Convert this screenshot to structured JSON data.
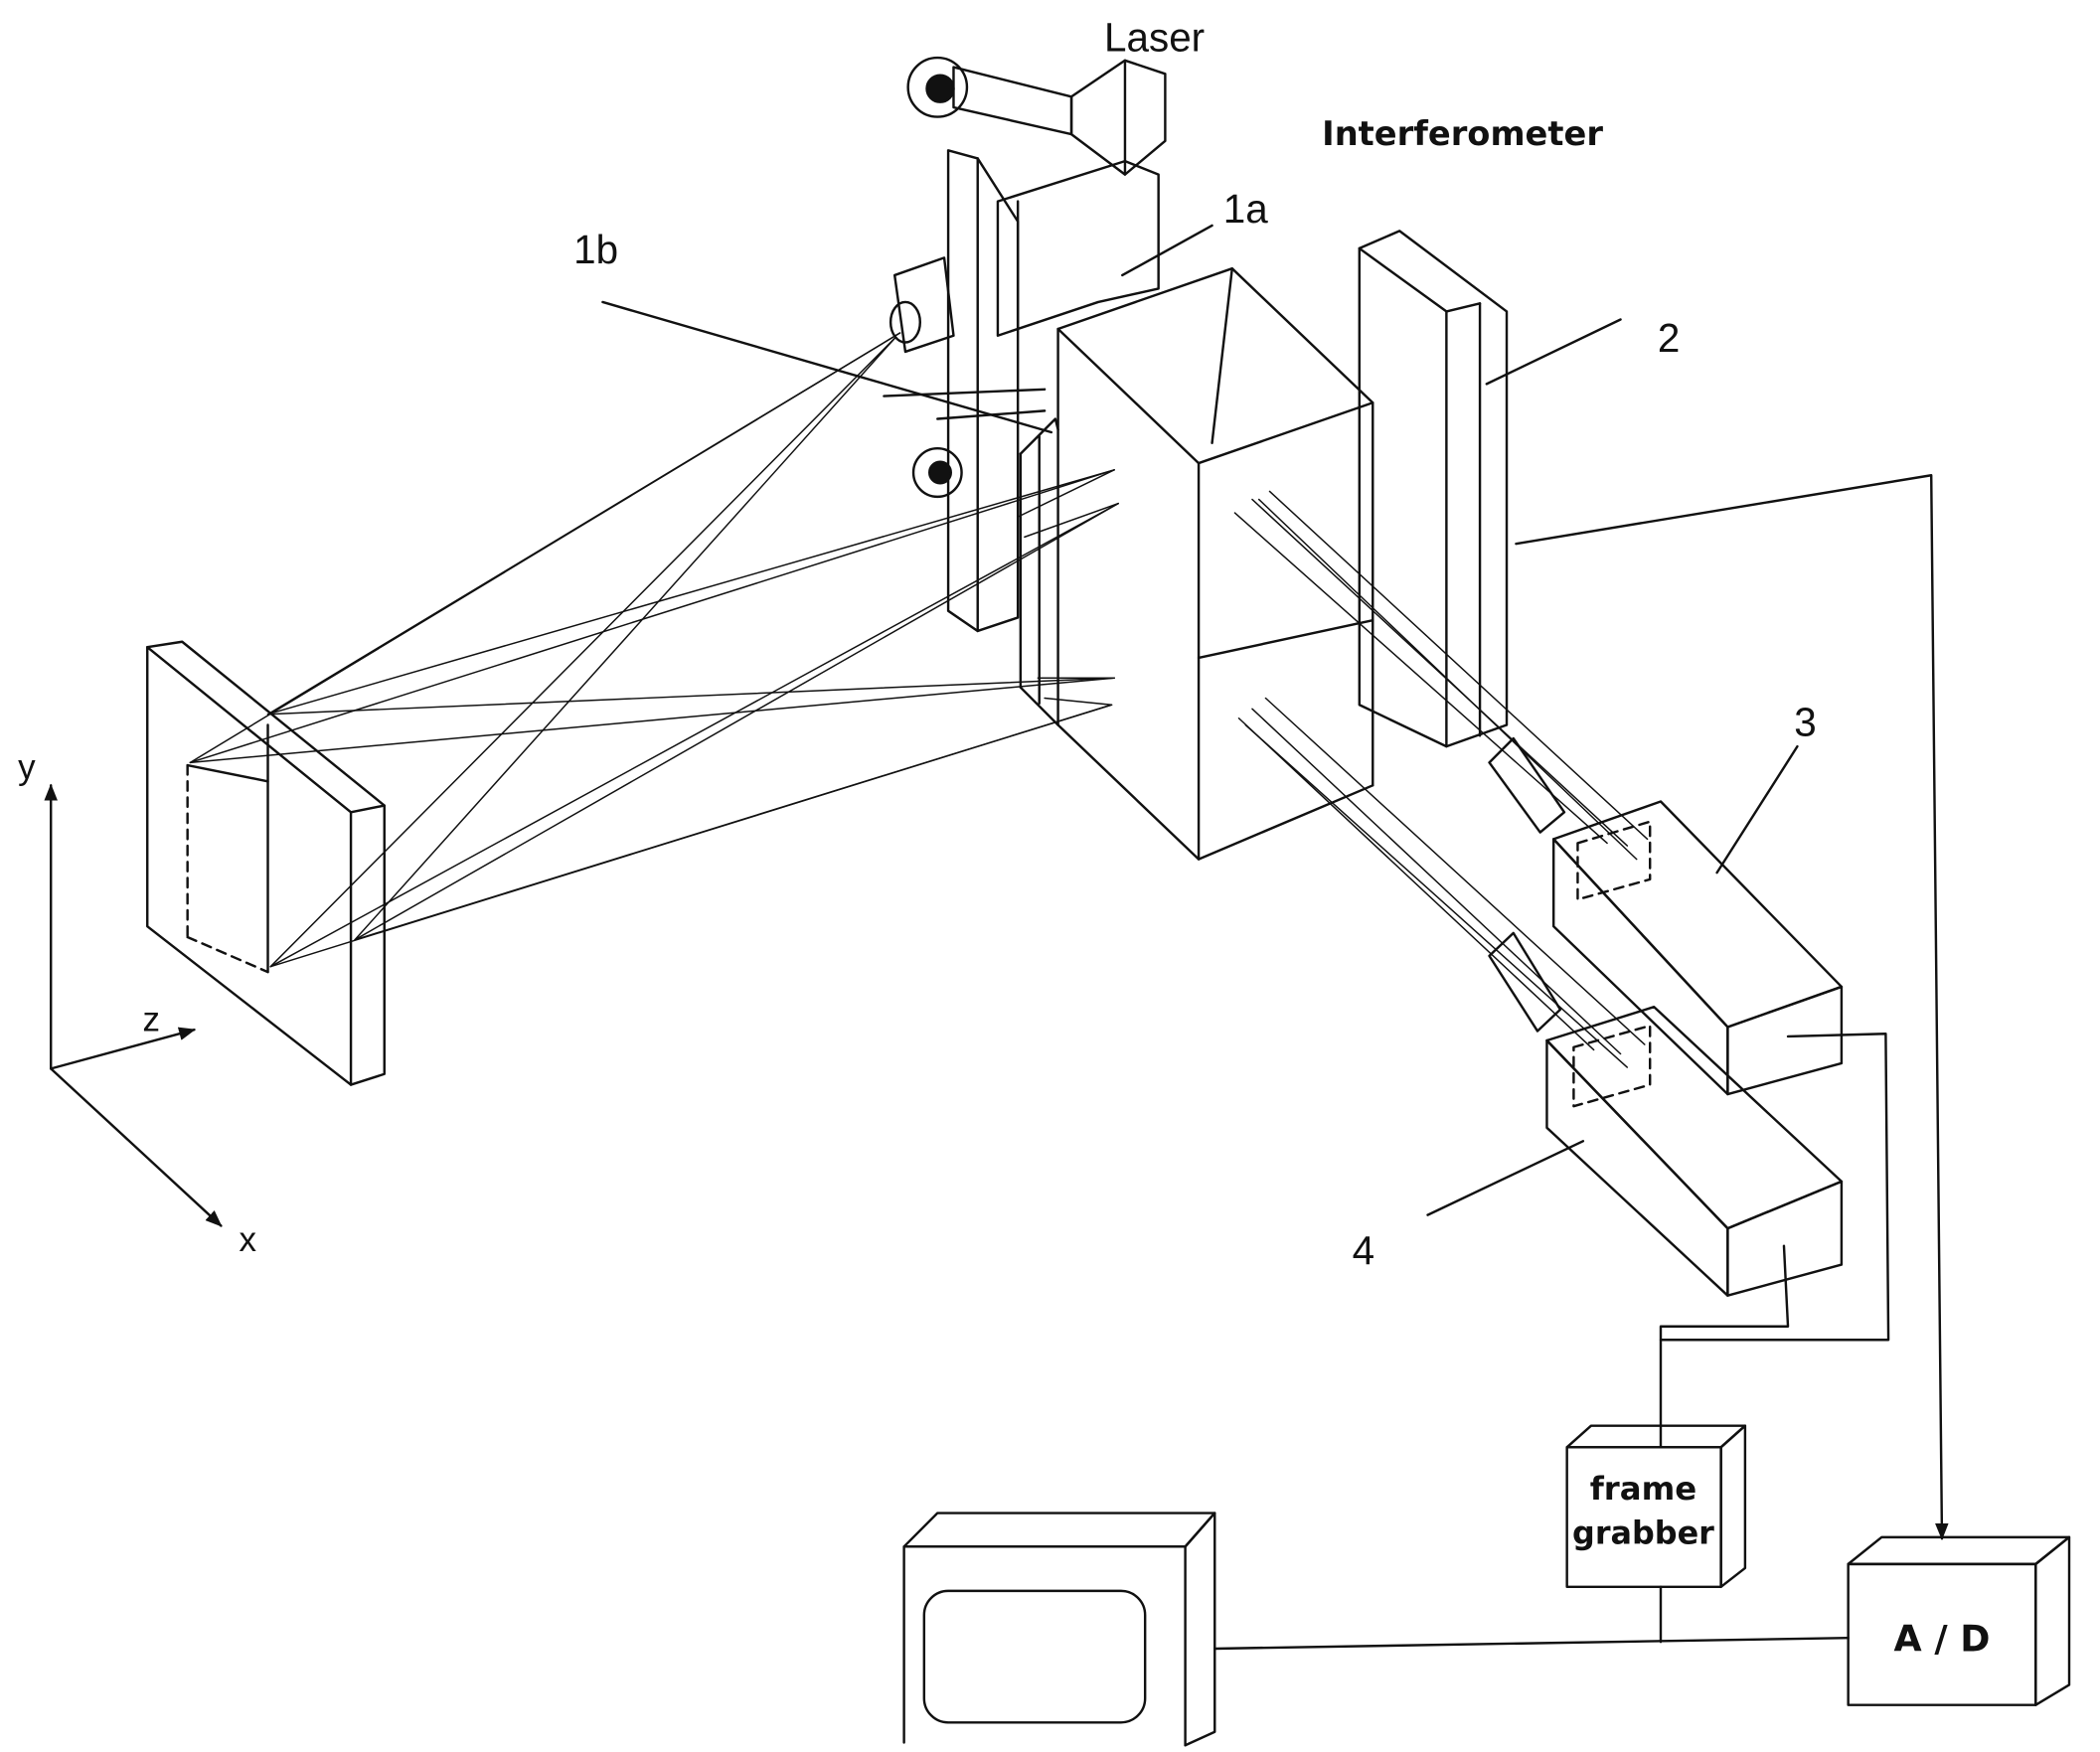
{
  "labels": {
    "laser": "Laser",
    "interferometer": "Interferometer",
    "part_1a": "1a",
    "part_1b": "1b",
    "part_2": "2",
    "part_3": "3",
    "part_4": "4",
    "axis_y": "y",
    "axis_z": "z",
    "axis_x": "x",
    "frame_grabber_line1": "frame",
    "frame_grabber_line2": "grabber",
    "ad_converter": "A / D"
  }
}
